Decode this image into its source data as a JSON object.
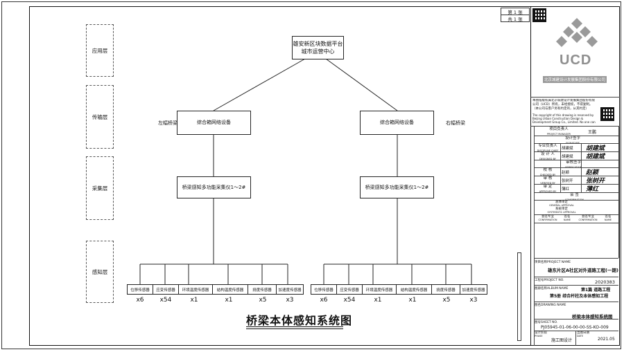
{
  "layers": [
    "应用层",
    "传输层",
    "采集层",
    "感知层"
  ],
  "platform": {
    "line1": "雄安新区块数据平台",
    "line2": "城市运营中心"
  },
  "network": {
    "left": "综合箱网络设备",
    "right": "综合箱网络设备"
  },
  "side_labels": {
    "left": "左幅桥梁",
    "right": "右幅桥梁"
  },
  "collector": {
    "left": "桥梁感知多功能采集仪1～2#",
    "right": "桥梁感知多功能采集仪1～2#"
  },
  "sensors_left": [
    {
      "name": "位移传感器",
      "count": "x6"
    },
    {
      "name": "应变传感器",
      "count": "x54"
    },
    {
      "name": "环境温度传感器",
      "count": "x1"
    },
    {
      "name": "结构温度传感器",
      "count": "x1"
    },
    {
      "name": "挠度传感器",
      "count": "x5"
    },
    {
      "name": "加速度传感器",
      "count": "x3"
    }
  ],
  "sensors_right": [
    {
      "name": "位移传感器",
      "count": "x6"
    },
    {
      "name": "应变传感器",
      "count": "x54"
    },
    {
      "name": "环境温度传感器",
      "count": "x1"
    },
    {
      "name": "结构温度传感器",
      "count": "x1"
    },
    {
      "name": "挠度传感器",
      "count": "x5"
    },
    {
      "name": "加速度传感器",
      "count": "x3"
    }
  ],
  "drawing_title": "桥梁本体感知系统图",
  "sheet": {
    "page_label": "第 1 张",
    "total_label": "共 1 张"
  },
  "company": {
    "logo_text": "UCD",
    "name_cn": "北京城建设计发展集团股份有限公司"
  },
  "notice": {
    "cn": "本图纸版权属北京城建设计发展集团股份有限公司（UCD）所有，未经授权，不得复制。（本公司与客户另有约定的，从其约定）",
    "en": "The copyright of this drawing is reserved by Beijing Urban Construction Design & Development Group Co., Limited. No one can reproduce without authorization."
  },
  "title_block": {
    "project_manager": "项目负责人",
    "project_manager_en": "PROJECT MANAGER",
    "pm_name": "王鹏",
    "design_sign": "设计签字",
    "design_sign_en": "SIGNATURE",
    "discipline_lead": "专业负责人",
    "discipline_lead_en": "DISCIPLINE CHIEF",
    "designer": "设 计 人",
    "designer_en": "DESIGNED BY",
    "checked_role": "胡建斌",
    "checked_role2": "胡建斌",
    "check_sign": "审核签字",
    "check_sign_en": "VERIFICATION",
    "checker": "校 核",
    "checker_en": "CHECKED BY",
    "checker_name": "赵颖",
    "verifier": "审 核",
    "verifier_en": "VERIFIED BY",
    "verifier_name": "张树开",
    "approver": "审 定",
    "approver_en": "APPROVED BY",
    "approver_name": "薄红",
    "cosign": "会 签",
    "cosign_en": "CONFIRMATION",
    "general_approval": "总体审定",
    "general_approval_en": "GENERAL APPROVAL",
    "system_approval": "系统审定",
    "system_approval_en": "SYSTEMATIC APPROVAL",
    "cosign_disc": "会签专业",
    "cosign_disc_en": "CONFIRMATION",
    "cosign_sign": "签名",
    "cosign_sign_en": "NAME",
    "project_name_label": "项目名称PROJECT NAME",
    "project_name": "雄东片区A社区对外道路工程(一期)",
    "job_no_label": "工程号PROJECT NO.",
    "job_no": "2020383",
    "album_label": "图册名称ALBUM NAME",
    "album_1": "第1篇 道路工程",
    "album_2": "第5册 综合杆柱及本体感知工程",
    "drawing_name_label": "图名DRAWING NAME",
    "drawing_name": "桥梁本体感知系统图",
    "sheet_no_label": "图号SHEET NO.",
    "sheet_no": "PJ05945-01-06-00-00-SS-KO-009",
    "phase_label": "设计阶段",
    "phase_en": "PHASE",
    "phase": "施工图设计",
    "date_label": "出图日期",
    "date_en": "DATE",
    "date": "2021.05"
  }
}
